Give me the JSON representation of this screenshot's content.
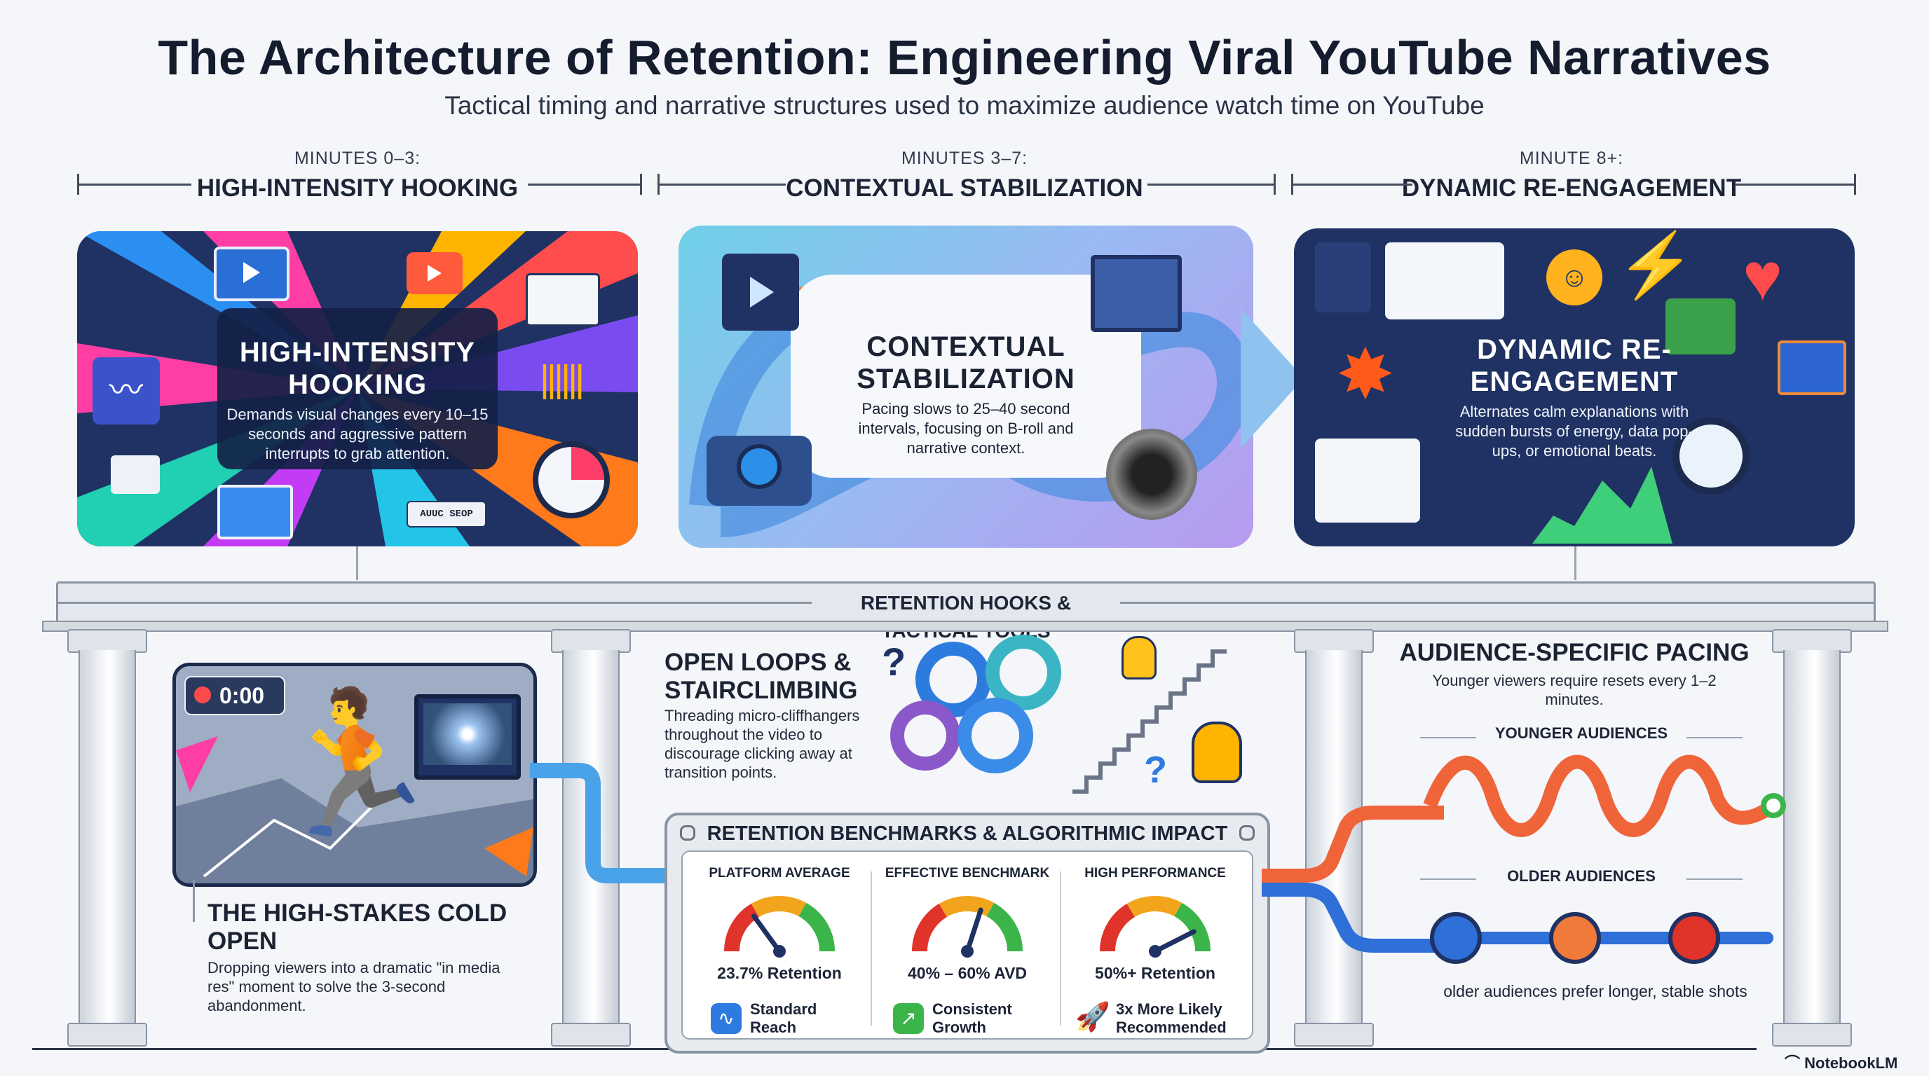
{
  "header": {
    "title": "The Architecture of Retention: Engineering Viral YouTube Narratives",
    "subtitle": "Tactical timing and narrative structures used to maximize audience watch time on YouTube"
  },
  "phases": [
    {
      "minutes": "MINUTES 0–3:",
      "name": "HIGH-INTENSITY HOOKING",
      "panel_title": "HIGH-INTENSITY HOOKING",
      "panel_desc": "Demands visual changes every 10–15 seconds and aggressive pattern interrupts to grab attention.",
      "tag": "AUUC SEOP"
    },
    {
      "minutes": "MINUTES 3–7:",
      "name": "CONTEXTUAL STABILIZATION",
      "panel_title": "CONTEXTUAL STABILIZATION",
      "panel_desc": "Pacing slows to 25–40 second intervals, focusing on B-roll and narrative context."
    },
    {
      "minutes": "MINUTE 8+:",
      "name": "DYNAMIC RE-ENGAGEMENT",
      "panel_title": "DYNAMIC RE-ENGAGEMENT",
      "panel_desc": "Alternates calm explanations with sudden bursts of energy, data pop-ups, or emotional beats."
    }
  ],
  "entablature_label": "RETENTION HOOKS & TACTICAL TOOLS",
  "cold_open": {
    "timer": "0:00",
    "title": "THE HIGH-STAKES COLD OPEN",
    "desc": "Dropping viewers into a dramatic \"in media res\" moment to solve the 3-second abandonment."
  },
  "open_loops": {
    "title": "OPEN LOOPS & STAIRCLIMBING",
    "desc": "Threading micro-cliffhangers throughout the video to discourage clicking away at transition points."
  },
  "benchmarks": {
    "title": "RETENTION BENCHMARKS & ALGORITHMIC IMPACT",
    "columns": [
      {
        "label": "PLATFORM AVERAGE",
        "value": "23.7% Retention",
        "foot": "Standard Reach",
        "gauge_level": 0.3,
        "icon": "trend-line-icon"
      },
      {
        "label": "EFFECTIVE BENCHMARK",
        "value": "40% – 60% AVD",
        "foot": "Consistent Growth",
        "gauge_level": 0.6,
        "icon": "growth-arrow-icon"
      },
      {
        "label": "HIGH PERFORMANCE",
        "value": "50%+ Retention",
        "foot": "3x More Likely Recommended",
        "gauge_level": 0.85,
        "icon": "rocket-icon"
      }
    ]
  },
  "audience": {
    "title": "AUDIENCE-SPECIFIC PACING",
    "desc": "Younger viewers require resets every 1–2 minutes.",
    "younger_label": "YOUNGER AUDIENCES",
    "older_label": "OLDER AUDIENCES",
    "older_note": "older audiences prefer longer, stable shots"
  },
  "branding": {
    "name": "NotebookLM"
  },
  "colors": {
    "navy": "#1f3263",
    "accent_orange": "#f2711c",
    "accent_blue": "#2e7be0",
    "accent_green": "#3bb54a",
    "accent_purple": "#8a58c9",
    "accent_red": "#e0342a"
  }
}
